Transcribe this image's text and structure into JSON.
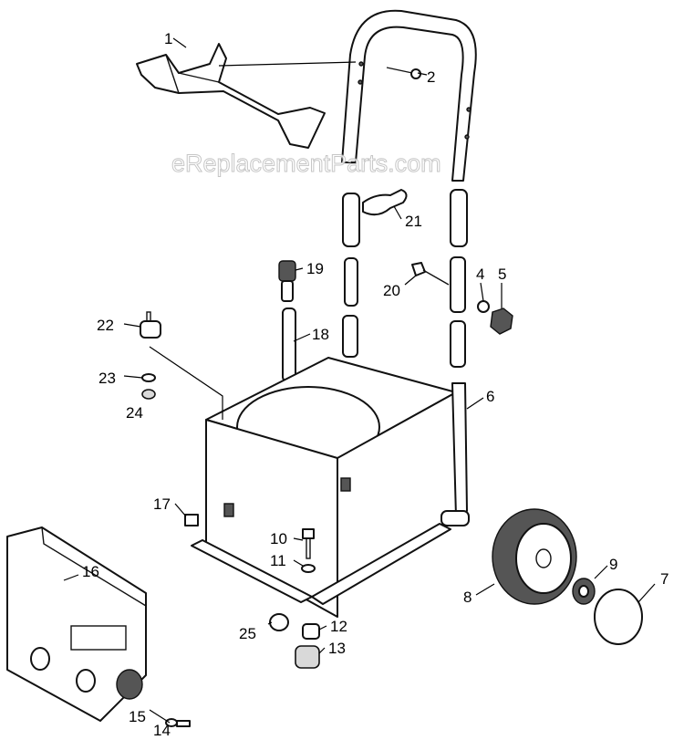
{
  "watermark": "eReplacementParts.com",
  "callouts": [
    {
      "id": "c1",
      "label": "1"
    },
    {
      "id": "c2",
      "label": "2"
    },
    {
      "id": "c4",
      "label": "4"
    },
    {
      "id": "c5",
      "label": "5"
    },
    {
      "id": "c6",
      "label": "6"
    },
    {
      "id": "c7",
      "label": "7"
    },
    {
      "id": "c8",
      "label": "8"
    },
    {
      "id": "c9",
      "label": "9"
    },
    {
      "id": "c10",
      "label": "10"
    },
    {
      "id": "c11",
      "label": "11"
    },
    {
      "id": "c12",
      "label": "12"
    },
    {
      "id": "c13",
      "label": "13"
    },
    {
      "id": "c14",
      "label": "14"
    },
    {
      "id": "c15",
      "label": "15"
    },
    {
      "id": "c16",
      "label": "16"
    },
    {
      "id": "c17",
      "label": "17"
    },
    {
      "id": "c18",
      "label": "18"
    },
    {
      "id": "c19",
      "label": "19"
    },
    {
      "id": "c20",
      "label": "20"
    },
    {
      "id": "c21",
      "label": "21"
    },
    {
      "id": "c22",
      "label": "22"
    },
    {
      "id": "c23",
      "label": "23"
    },
    {
      "id": "c24",
      "label": "24"
    },
    {
      "id": "c25",
      "label": "25"
    }
  ]
}
